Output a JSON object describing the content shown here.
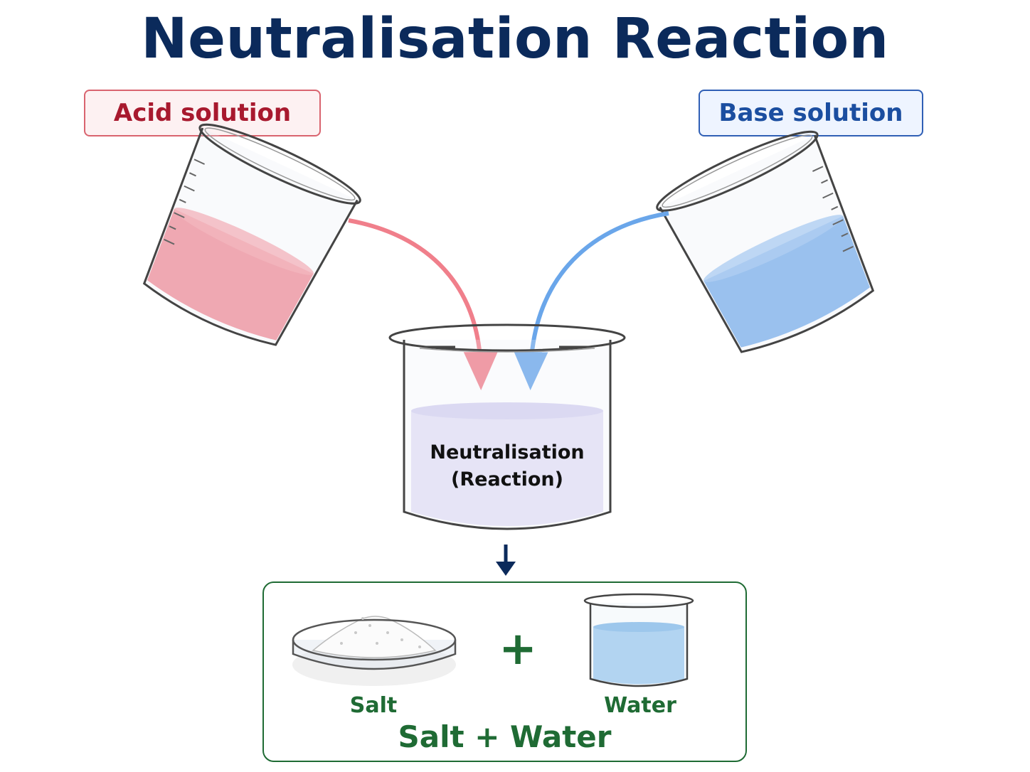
{
  "title": "Neutralisation Reaction",
  "acid": {
    "label": "Acid solution"
  },
  "base": {
    "label": "Base solution"
  },
  "reaction": {
    "line1": "Neutralisation",
    "line2": "(Reaction)"
  },
  "products": {
    "salt": "Salt",
    "water": "Water",
    "plus": "+",
    "summary": "Salt + Water"
  },
  "colors": {
    "title": "#0b2a5b",
    "acid_text": "#a8192e",
    "acid_border": "#d9646f",
    "acid_bg": "#fdf1f2",
    "acid_liquid": "#f07f8b",
    "base_text": "#1b4ea0",
    "base_border": "#2f5fb5",
    "base_bg": "#eef4ff",
    "base_liquid": "#6aa6ea",
    "reaction_liquid": "#e4e1f6",
    "product_green": "#1f6b34",
    "arrow_navy": "#0b2a5b",
    "glass_outline": "#444444"
  }
}
